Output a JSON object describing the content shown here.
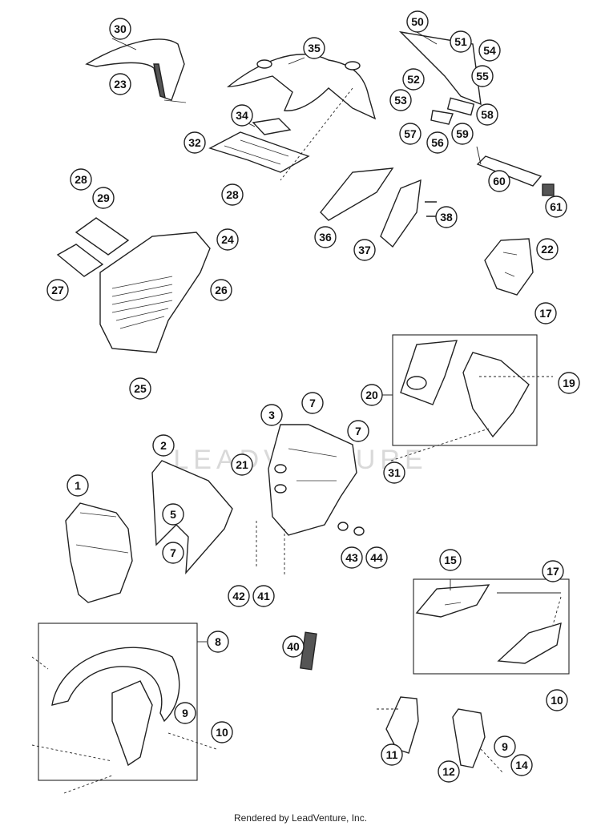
{
  "watermark": "LEADVENTURE",
  "footer": "Rendered by LeadVenture, Inc.",
  "callouts": [
    "1",
    "2",
    "3",
    "5",
    "7",
    "7",
    "7",
    "8",
    "9",
    "9",
    "10",
    "10",
    "11",
    "12",
    "14",
    "15",
    "17",
    "17",
    "19",
    "20",
    "21",
    "22",
    "23",
    "24",
    "25",
    "26",
    "27",
    "28",
    "28",
    "29",
    "30",
    "31",
    "32",
    "34",
    "35",
    "36",
    "37",
    "38",
    "40",
    "41",
    "42",
    "43",
    "44",
    "50",
    "51",
    "52",
    "53",
    "54",
    "55",
    "56",
    "57",
    "58",
    "59",
    "60",
    "61"
  ]
}
